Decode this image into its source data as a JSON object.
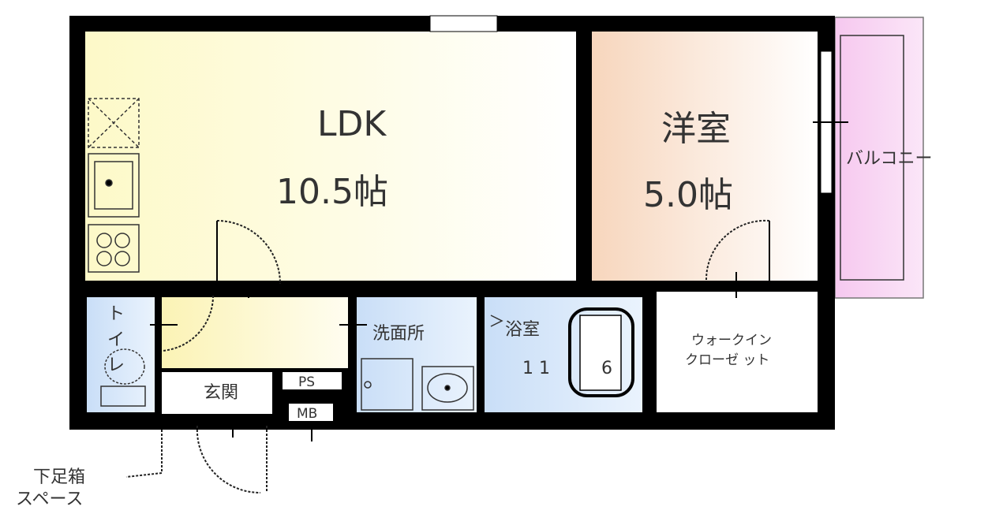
{
  "rooms": {
    "ldk": {
      "name": "LDK",
      "size": "10.5帖",
      "color": "#fdf9c8"
    },
    "western": {
      "name": "洋室",
      "size": "5.0帖",
      "color": "#f7d6bd"
    },
    "balcony": {
      "name": "バルコニー",
      "color": "#f6c8ef"
    },
    "toilet": {
      "name_chars": [
        "ト",
        "イ",
        "レ"
      ],
      "color": "#cfe2f8"
    },
    "entrance": {
      "name": "玄関"
    },
    "washroom": {
      "name": "洗面所",
      "color": "#cfe2f8"
    },
    "bath": {
      "name": "浴室",
      "size_a": "1 1",
      "size_b": "6",
      "color": "#cfe2f8"
    },
    "walkin_closet": {
      "line1": "ウォークイン",
      "line2": "クローゼ ット"
    },
    "ps": "PS",
    "mb": "MB",
    "shoe_storage": {
      "line1": "下足箱",
      "line2": "スペース"
    }
  }
}
